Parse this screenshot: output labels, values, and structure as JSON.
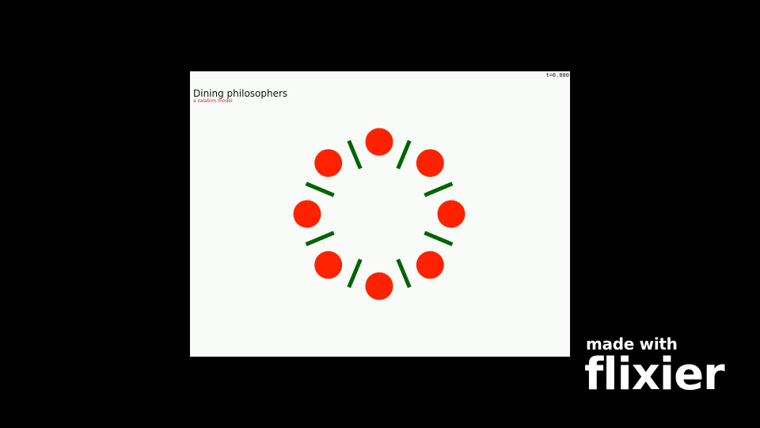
{
  "simulation": {
    "title": "Dining philosophers",
    "subtitle": "a salabim model",
    "clock": "t=0.000",
    "background_color": "#f9fbf9",
    "philosopher_count": 8,
    "philosopher_color": "#ff2200",
    "fork_color": "#006400"
  },
  "watermark": {
    "made_with": "made with",
    "brand": "flixier"
  }
}
